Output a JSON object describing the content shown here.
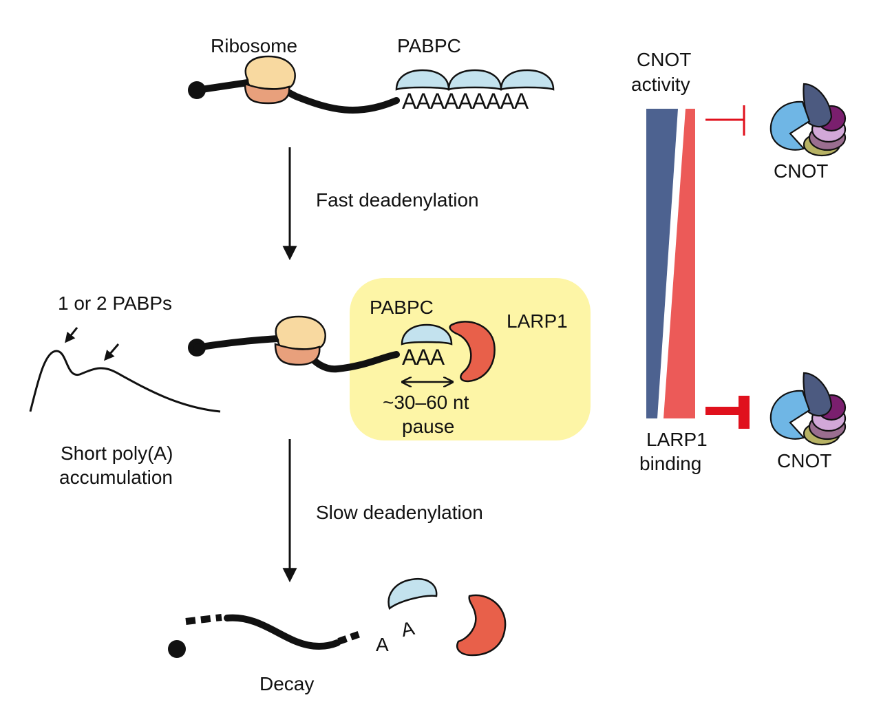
{
  "labels": {
    "ribosome": "Ribosome",
    "pabpc_top": "PABPC",
    "polya_long": "AAAAAAAAA",
    "fast_deadenylation": "Fast deadenylation",
    "pabps_note": "1 or 2 PABPs",
    "short_polya_line1": "Short poly(A)",
    "short_polya_line2": "accumulation",
    "pabpc_mid": "PABPC",
    "larp1": "LARP1",
    "polya_short": "AAA",
    "pause_line1": "~30–60 nt",
    "pause_line2": "pause",
    "slow_deadenylation": "Slow deadenylation",
    "decay": "Decay",
    "decay_a1": "A",
    "decay_a2": "A",
    "cnot_activity_line1": "CNOT",
    "cnot_activity_line2": "activity",
    "larp1_binding_line1": "LARP1",
    "larp1_binding_line2": "binding",
    "cnot_top": "CNOT",
    "cnot_bottom": "CNOT"
  },
  "colors": {
    "ribosome_large": "#f8d9a0",
    "ribosome_small": "#e8a07c",
    "pabpc": "#c3e2ee",
    "larp1": "#e8604a",
    "highlight_box": "#fdf5a6",
    "cnot_activity_bar": "#4d6290",
    "larp1_binding_bar": "#ec5a58",
    "inhibition": "#e0111d",
    "cnot_blue": "#6fb6e5",
    "cnot_slate": "#4c5a80",
    "cnot_purple": "#7a1f6e",
    "cnot_lilac": "#d2a8d8",
    "cnot_mauve": "#9a6e90",
    "cnot_olive": "#b7b264"
  },
  "icons": {
    "cnot_complex": "pacman-complex-icon",
    "inhibit": "inhibit-t-bar-icon"
  }
}
